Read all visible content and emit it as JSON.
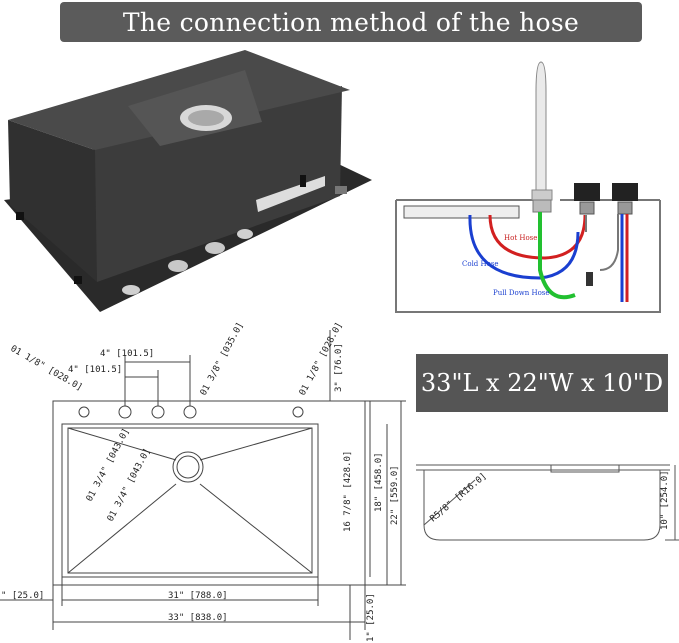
{
  "title": "The connection method of the hose",
  "size_label": "33\"L x 22\"W x 10\"D",
  "hose_diagram": {
    "hot_hose": "Hot Hose",
    "cold_hose": "Cold Hose",
    "pull_down_hose": "Pull Down Hose",
    "colors": {
      "hot": "#d22020",
      "cold": "#1a3fd0",
      "pull_down": "#22c030",
      "supply_grey": "#777777"
    }
  },
  "top_view": {
    "dim_01_18_left": "01 1/8\" [028.0]",
    "dim_4_upper": "4\" [101.5]",
    "dim_4_lower": "4\" [101.5]",
    "dim_01_38": "01 3/8\" [035.0]",
    "dim_01_18_right": "01 1/8\" [028.0]",
    "dim_3": "3\" [76.0]",
    "dim_01_34_a": "01 3/4\" [043.0]",
    "dim_01_34_b": "01 3/4\" [043.0]",
    "dim_16_78": "16 7/8\" [428.0]",
    "dim_18": "18\" [458.0]",
    "dim_22": "22\" [559.0]",
    "dim_1_left": "\" [25.0]",
    "dim_31": "31\" [788.0]",
    "dim_33": "33\" [838.0]",
    "dim_1_bottom": "1\" [25.0]"
  },
  "side_view": {
    "dim_r": "R5/8\" [R16.0]",
    "dim_10": "10\" [254.0]"
  }
}
